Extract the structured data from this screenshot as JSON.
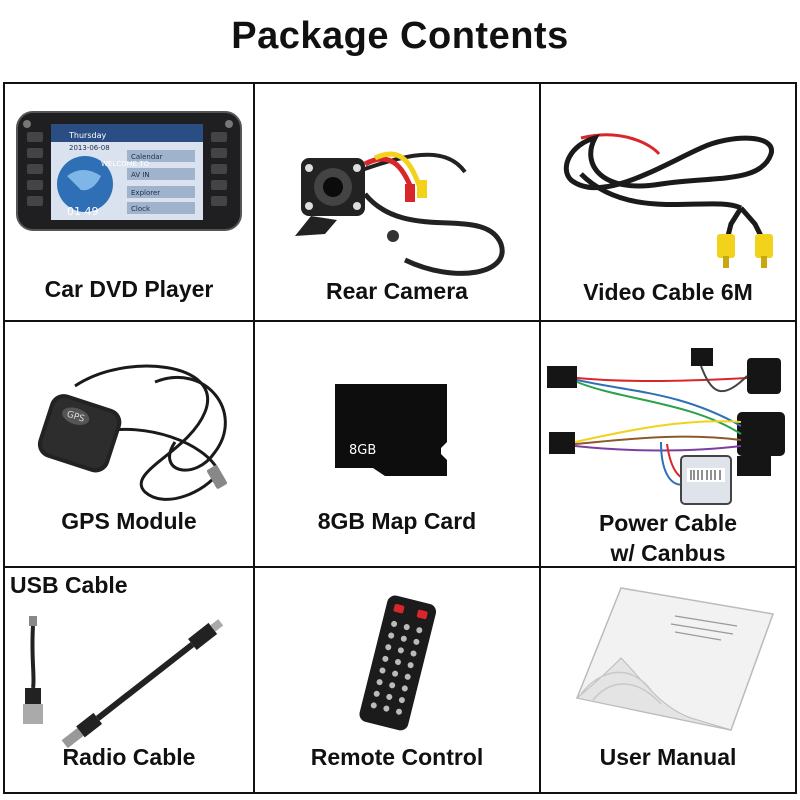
{
  "page": {
    "title": "Package Contents"
  },
  "items": [
    {
      "label": "Car DVD Player",
      "screen_text": [
        "Thursday",
        "2013-06-08",
        "WELCOME TO",
        "01 49",
        "Calendar",
        "AV IN",
        "Explorer",
        "Clock"
      ]
    },
    {
      "label": "Rear Camera"
    },
    {
      "label": "Video Cable 6M"
    },
    {
      "label": "GPS Module",
      "badge": "GPS"
    },
    {
      "label": "8GB Map Card",
      "card_text": "8GB"
    },
    {
      "label_lines": [
        "Power Cable",
        "w/ Canbus"
      ]
    },
    {
      "label": "Radio Cable",
      "corner_label": "USB Cable"
    },
    {
      "label": "Remote Control"
    },
    {
      "label": "User Manual"
    }
  ],
  "colors": {
    "border": "#111111",
    "cable_yellow": "#f2d21b",
    "cable_red": "#d8262b",
    "screen_blue": "#2f6fb5"
  }
}
